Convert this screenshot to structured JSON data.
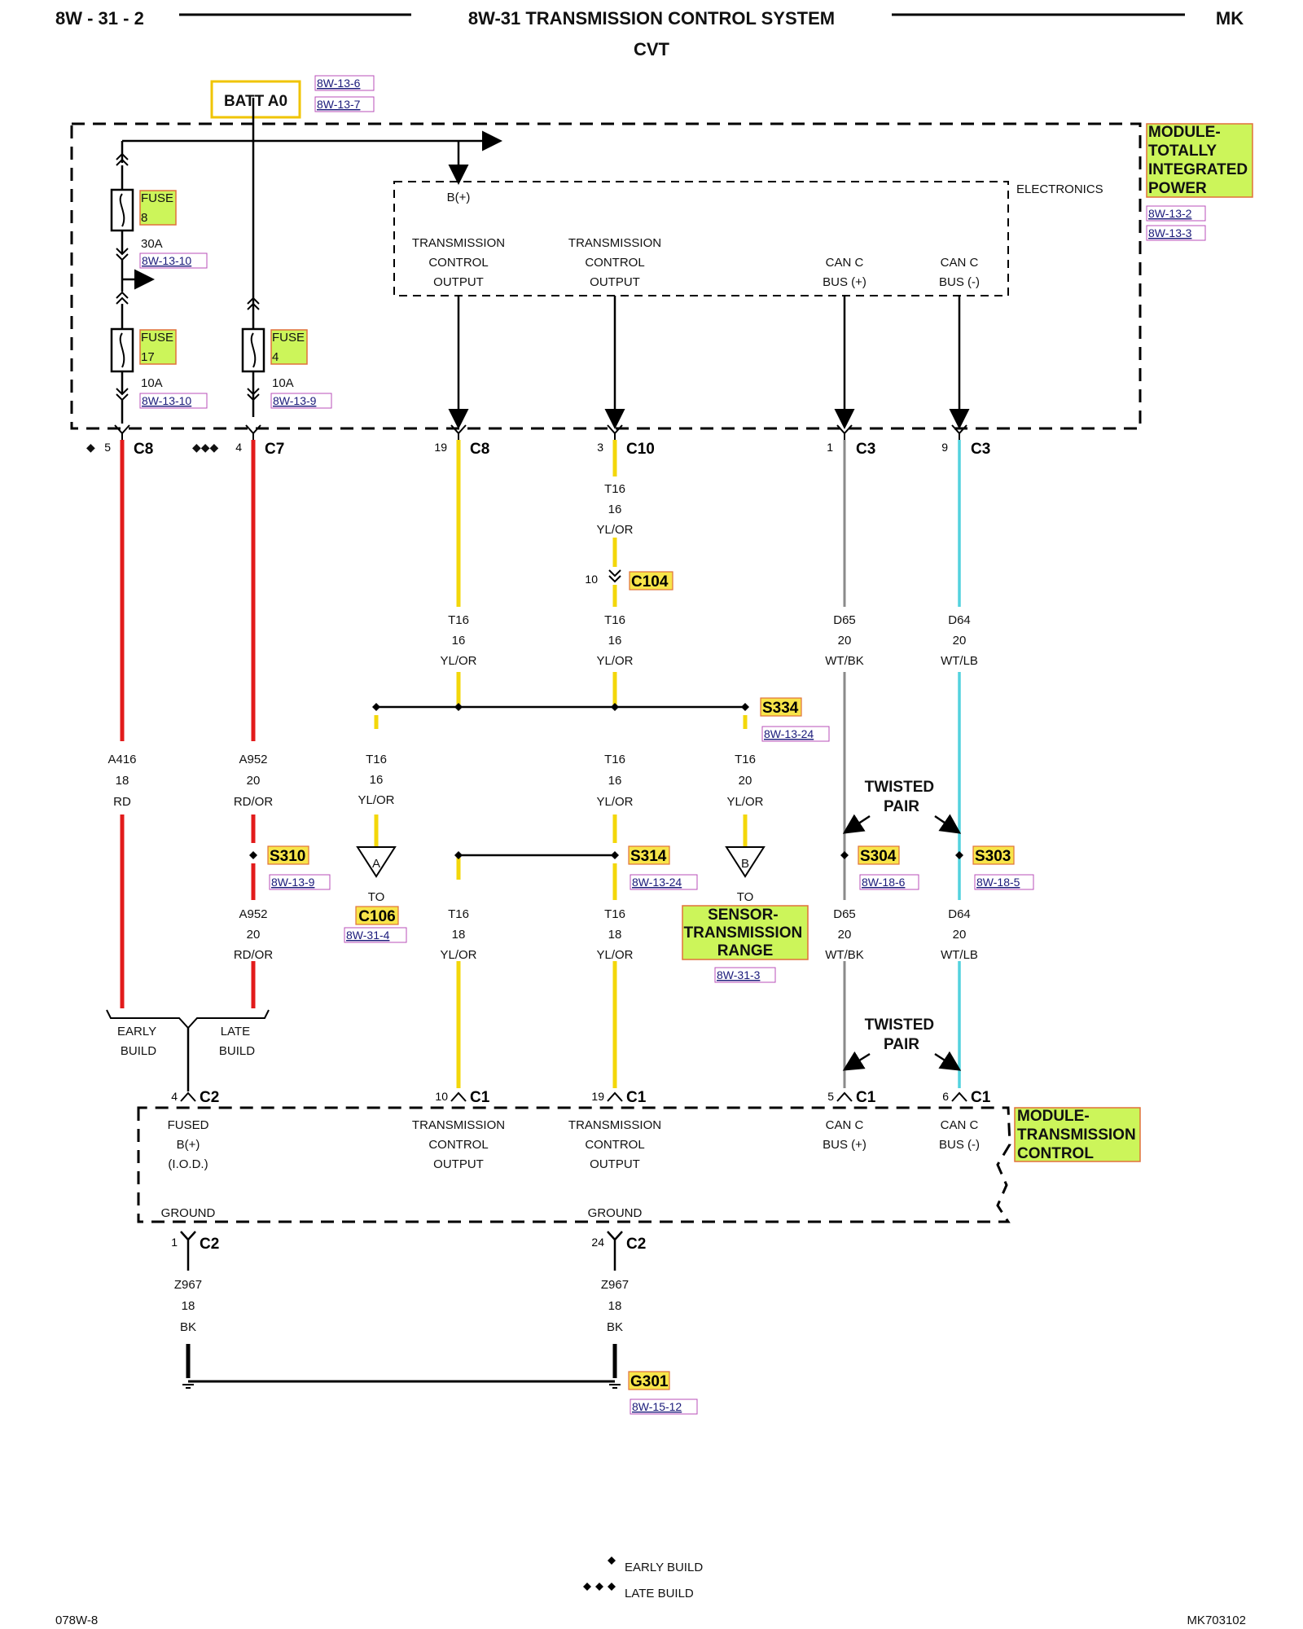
{
  "header": {
    "page_code": "8W - 31 - 2",
    "title": "8W-31 TRANSMISSION CONTROL SYSTEM",
    "subtitle": "CVT",
    "model": "MK"
  },
  "footer": {
    "left_code": "078W-8",
    "right_code": "MK703102",
    "legend_early": "EARLY BUILD",
    "legend_late": "LATE BUILD"
  },
  "batt": {
    "label": "BATT A0",
    "refs": [
      "8W-13-6",
      "8W-13-7"
    ]
  },
  "tipm": {
    "name": "MODULE-\nTOTALLY\nINTEGRATED\nPOWER",
    "refs": [
      "8W-13-2",
      "8W-13-3"
    ],
    "electronics": "ELECTRONICS",
    "bplus": "B(+)",
    "outputs": [
      "TRANSMISSION\nCONTROL\nOUTPUT",
      "TRANSMISSION\nCONTROL\nOUTPUT",
      "CAN C\nBUS (+)",
      "CAN C\nBUS (-)"
    ],
    "fuses": [
      {
        "label": "FUSE",
        "number": "8",
        "rating": "30A",
        "ref": "8W-13-10"
      },
      {
        "label": "FUSE",
        "number": "17",
        "rating": "10A",
        "ref": "8W-13-10"
      },
      {
        "label": "FUSE",
        "number": "4",
        "rating": "10A",
        "ref": "8W-13-9"
      }
    ]
  },
  "connectors_top": [
    {
      "pin": "5",
      "name": "C8",
      "build": "◆"
    },
    {
      "pin": "4",
      "name": "C7",
      "build": "◆◆◆"
    },
    {
      "pin": "19",
      "name": "C8"
    },
    {
      "pin": "3",
      "name": "C10"
    },
    {
      "pin": "1",
      "name": "C3"
    },
    {
      "pin": "9",
      "name": "C3"
    }
  ],
  "wires": {
    "w1": "A416\n18\nRD",
    "w2_top": "A952\n20\nRD/OR",
    "w2_bot": "A952\n20\nRD/OR",
    "w3_top": "T16\n16\nYL/OR",
    "w3_bot": "T16\n18\nYL/OR",
    "w4_a": "T16\n16\nYL/OR",
    "w4_b": "T16\n16\nYL/OR",
    "w4_c": "T16\n16\nYL/OR",
    "w4_d": "T16\n18\nYL/OR",
    "w5_top": "D65\n20\nWT/BK",
    "w5_bot": "D65\n20\nWT/BK",
    "w6_top": "D64\n20\nWT/LB",
    "w6_bot": "D64\n20\nWT/LB",
    "branch_a": "T16\n16\nYL/OR",
    "branch_b": "T16\n20\nYL/OR",
    "ground": "Z967\n18\nBK"
  },
  "c104": {
    "pin": "10",
    "name": "C104"
  },
  "splices": [
    {
      "name": "S334",
      "ref": "8W-13-24"
    },
    {
      "name": "S310",
      "ref": "8W-13-9"
    },
    {
      "name": "S314",
      "ref": "8W-13-24"
    },
    {
      "name": "S304",
      "ref": "8W-18-6"
    },
    {
      "name": "S303",
      "ref": "8W-18-5"
    }
  ],
  "offpage": {
    "a_letter": "A",
    "a_to": "TO",
    "a_dest": "C106",
    "a_ref": "8W-31-4",
    "b_letter": "B",
    "b_to": "TO",
    "b_dest": "SENSOR-\nTRANSMISSION\nRANGE",
    "b_ref": "8W-31-3"
  },
  "twisted_pair": "TWISTED\nPAIR",
  "build": {
    "early": "EARLY\nBUILD",
    "late": "LATE\nBUILD"
  },
  "tcm": {
    "name": "MODULE-\nTRANSMISSION\nCONTROL",
    "inputs": [
      "FUSED\nB(+)\n(I.O.D.)",
      "TRANSMISSION\nCONTROL\nOUTPUT",
      "TRANSMISSION\nCONTROL\nOUTPUT",
      "CAN C\nBUS (+)",
      "CAN C\nBUS (-)"
    ],
    "ground_label": "GROUND",
    "connectors": [
      {
        "pin": "4",
        "name": "C2"
      },
      {
        "pin": "10",
        "name": "C1"
      },
      {
        "pin": "19",
        "name": "C1"
      },
      {
        "pin": "5",
        "name": "C1"
      },
      {
        "pin": "6",
        "name": "C1"
      }
    ],
    "ground_connectors": [
      {
        "pin": "1",
        "name": "C2"
      },
      {
        "pin": "24",
        "name": "C2"
      }
    ]
  },
  "ground_point": {
    "name": "G301",
    "ref": "8W-15-12"
  },
  "colors": {
    "red": "#e21b1b",
    "yellow": "#f3d70a",
    "gray": "#8a8a8a",
    "cyan": "#52d2de",
    "highlight_green": "#ccf55a",
    "highlight_yellow": "#f7e54a"
  }
}
